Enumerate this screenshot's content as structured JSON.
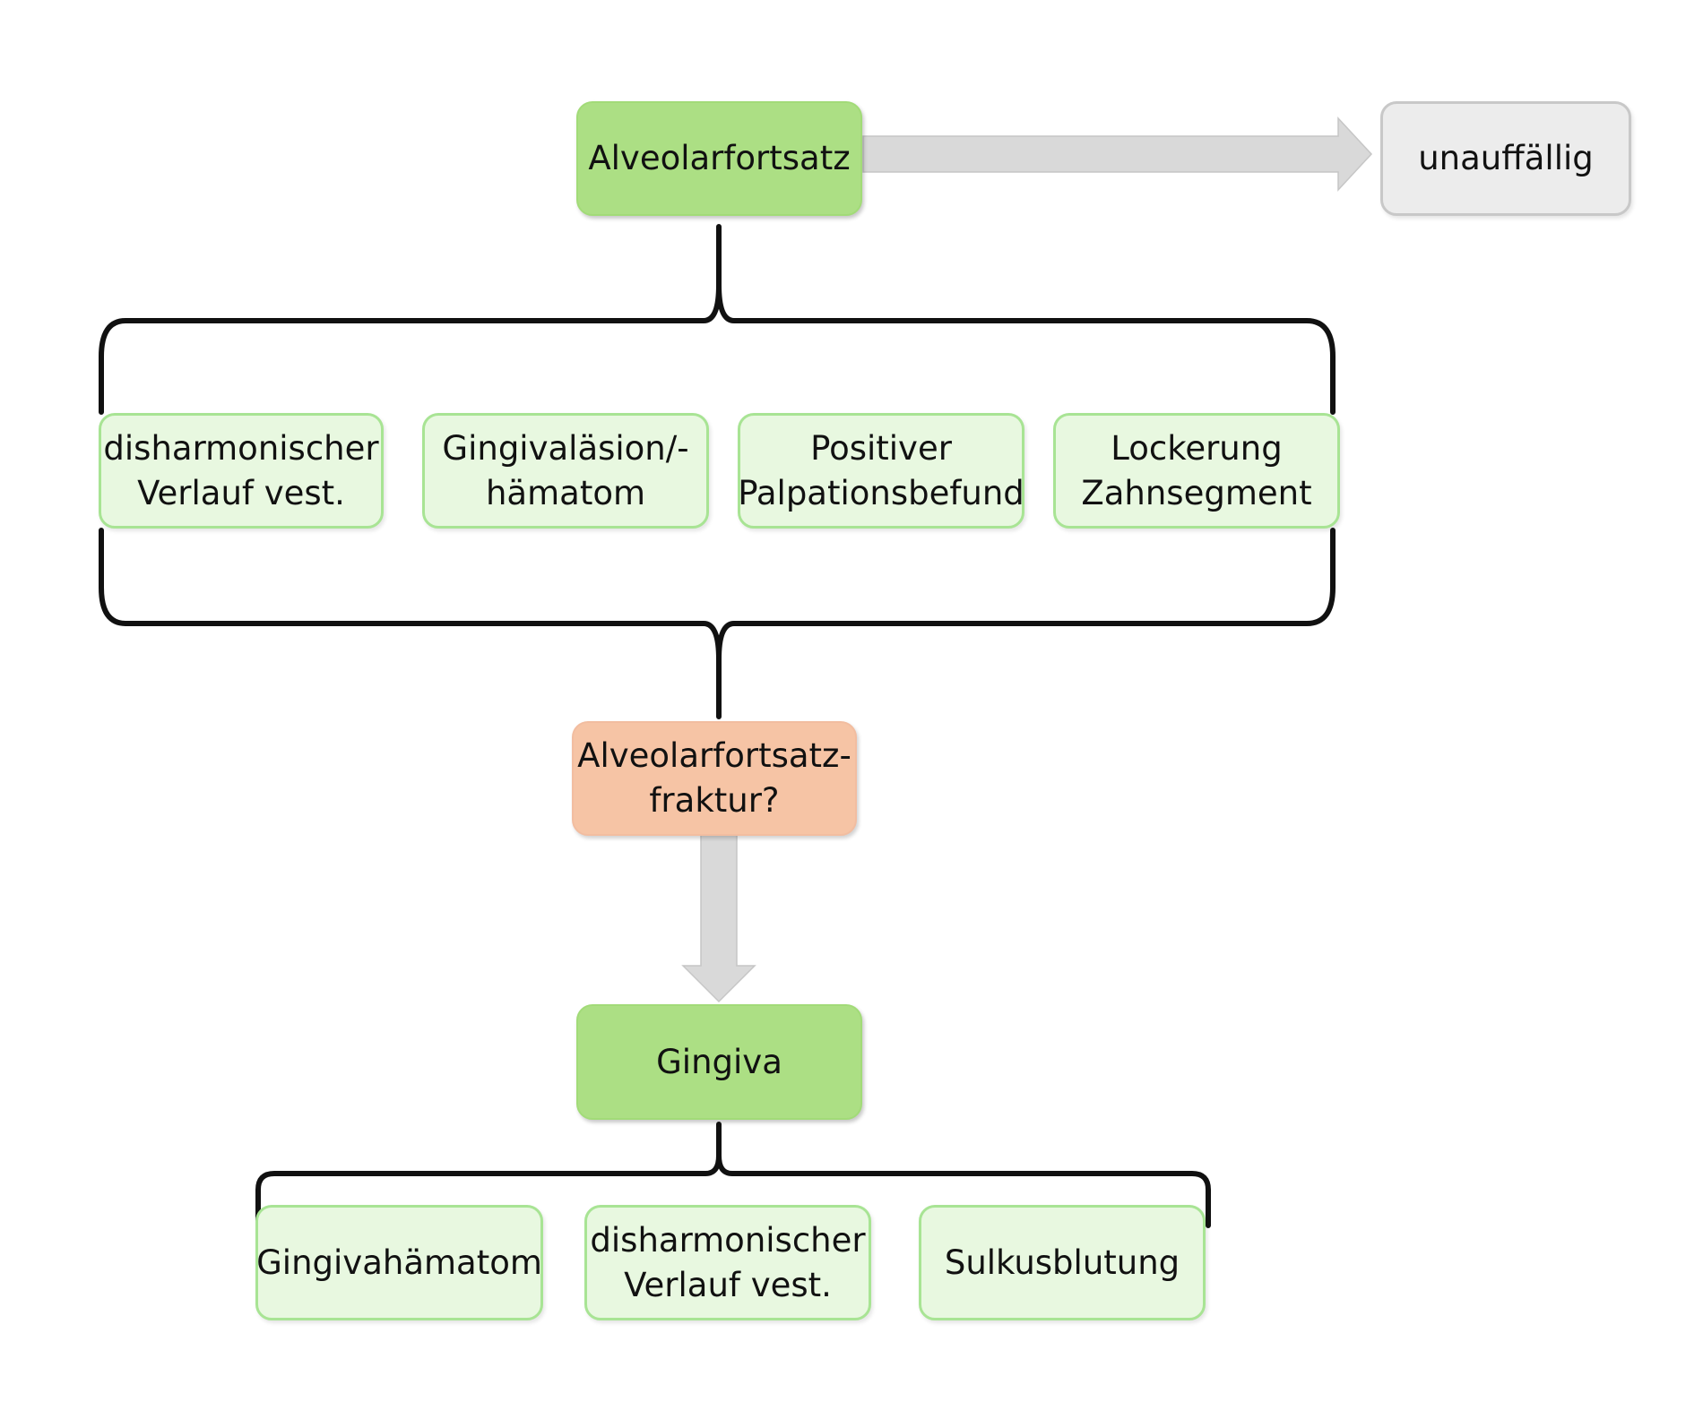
{
  "nodes": {
    "alveolarfortsatz": "Alveolarfortsatz",
    "unauffaellig": "unauffällig",
    "criteria": [
      "disharmonischer\nVerlauf vest.",
      "Gingivaläsion/-\nhämatom",
      "Positiver\nPalpationsbefund",
      "Lockerung\nZahnsegment"
    ],
    "fracture": "Alveolarfortsatz-\nfraktur?",
    "gingiva": "Gingiva",
    "gingiva_findings": [
      "Gingivahämatom",
      "disharmonischer\nVerlauf vest.",
      "Sulkusblutung"
    ]
  },
  "colors": {
    "main_fill": "#acdf84",
    "sub_fill": "#e8f8e0",
    "sub_border": "#a8e494",
    "neutral_fill": "#ececec",
    "fracture_fill": "#f6c4a5",
    "arrow": "#d9d9d9",
    "brace": "#111111"
  }
}
